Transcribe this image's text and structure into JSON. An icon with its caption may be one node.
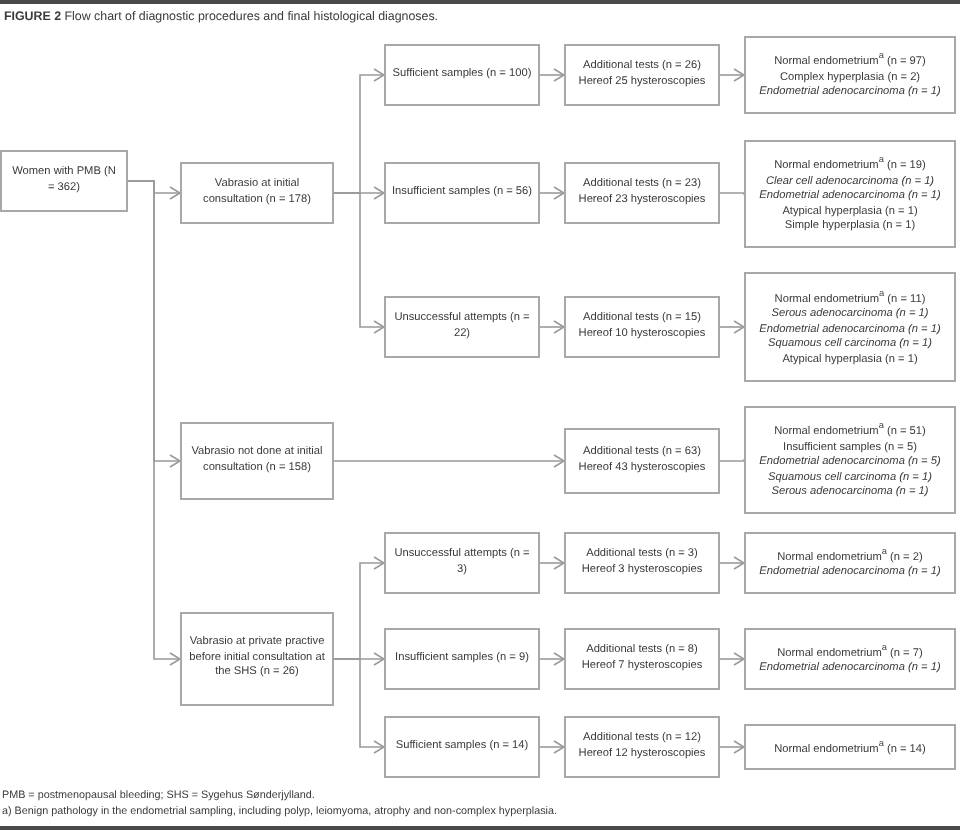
{
  "diagram": {
    "title": "**FIGURE 2** Flow chart of diagnostic procedures and final histological diagnoses.",
    "nodes": [
      {
        "text": [
          "Women with PMB (N = 362)"
        ]
      },
      {
        "text": [
          "Vabrasio at initial consultation (n = 178)"
        ]
      },
      {
        "text": [
          "Sufficient samples (n = 100)"
        ]
      },
      {
        "text": [
          "Additional tests (n = 26)",
          "Hereof 25 hysteroscopies"
        ]
      },
      {
        "text": [
          "Normal endometrium$^{a}$ (n = 97)",
          "Complex hyperplasia (n = 2)",
          "*Endometrial adenocarcinoma (n = 1)*"
        ]
      },
      {
        "text": [
          "Insufficient samples (n = 56)"
        ]
      },
      {
        "text": [
          "Additional tests (n = 23)",
          "Hereof 23 hysteroscopies"
        ]
      },
      {
        "text": [
          "Normal endometrium$^{a}$ (n = 19)",
          "*Clear cell adenocarcinoma (n = 1)*",
          "*Endometrial adenocarcinoma (n = 1)*",
          "Atypical hyperplasia (n = 1)",
          "Simple hyperplasia (n = 1)"
        ]
      },
      {
        "text": [
          "Unsuccessful attempts (n = 22)"
        ]
      },
      {
        "text": [
          "Additional tests (n = 15)",
          "Hereof 10 hysteroscopies"
        ]
      },
      {
        "text": [
          "Normal endometrium$^{a}$ (n = 11)",
          "*Serous adenocarcinoma (n = 1)*",
          "*Endometrial adenocarcinoma (n = 1)*",
          "*Squamous cell carcinoma (n = 1)*",
          "Atypical hyperplasia (n = 1)"
        ]
      },
      {
        "text": [
          "Vabrasio not done at initial consultation (n = 158)"
        ]
      },
      {
        "text": [
          "Additional tests (n = 63)",
          "Hereof 43 hysteroscopies"
        ]
      },
      {
        "text": [
          "Normal endometrium$^{a}$ (n = 51)",
          "Insufficient samples (n = 5)",
          "*Endometrial adenocarcinoma (n = 5)*",
          "*Squamous cell carcinoma (n = 1)*",
          "*Serous adenocarcinoma (n = 1)*"
        ]
      },
      {
        "text": [
          "Vabrasio at private practive before initial consultation at the SHS (n = 26)"
        ]
      },
      {
        "text": [
          "Unsuccessful attempts (n = 3)"
        ]
      },
      {
        "text": [
          "Additional tests (n = 3)",
          "Hereof 3 hysteroscopies"
        ]
      },
      {
        "text": [
          "Normal endometrium$^{a}$ (n = 2)",
          "*Endometrial adenocarcinoma (n = 1)*"
        ]
      },
      {
        "text": [
          "Insufficient samples (n = 9)"
        ]
      },
      {
        "text": [
          "Additional tests (n = 8)",
          "Hereof 7 hysteroscopies"
        ]
      },
      {
        "text": [
          "Normal endometrium$^{a}$ (n = 7)",
          "*Endometrial adenocarcinoma (n = 1)*"
        ]
      },
      {
        "text": [
          "Sufficient samples (n = 14)"
        ]
      },
      {
        "text": [
          "Additional tests (n = 12)",
          "Hereof 12 hysteroscopies"
        ]
      },
      {
        "text": [
          "Normal endometrium$^{a}$ (n = 14)"
        ]
      }
    ],
    "edges": [
      {
        "from": 0,
        "to": 1,
        "arrow": "to"
      },
      {
        "from": 0,
        "to": 11,
        "arrow": "to"
      },
      {
        "from": 0,
        "to": 14,
        "arrow": "to"
      },
      {
        "from": 1,
        "to": 2,
        "arrow": "to"
      },
      {
        "from": 1,
        "to": 5,
        "arrow": "to"
      },
      {
        "from": 1,
        "to": 8,
        "arrow": "to"
      },
      {
        "from": 2,
        "to": 3,
        "arrow": "to"
      },
      {
        "from": 3,
        "to": 4,
        "arrow": "to"
      },
      {
        "from": 5,
        "to": 6,
        "arrow": "to"
      },
      {
        "from": 6,
        "to": 7,
        "arrow": "to"
      },
      {
        "from": 8,
        "to": 9,
        "arrow": "to"
      },
      {
        "from": 9,
        "to": 10,
        "arrow": "to"
      },
      {
        "from": 11,
        "to": 12,
        "arrow": "to"
      },
      {
        "from": 12,
        "to": 13,
        "arrow": "to"
      },
      {
        "from": 14,
        "to": 15,
        "arrow": "to"
      },
      {
        "from": 14,
        "to": 18,
        "arrow": "to"
      },
      {
        "from": 14,
        "to": 21,
        "arrow": "to"
      },
      {
        "from": 15,
        "to": 16,
        "arrow": "to"
      },
      {
        "from": 16,
        "to": 17,
        "arrow": "to"
      },
      {
        "from": 18,
        "to": 19,
        "arrow": "to"
      },
      {
        "from": 19,
        "to": 20,
        "arrow": "to"
      },
      {
        "from": 21,
        "to": 22,
        "arrow": "to"
      },
      {
        "from": 22,
        "to": 23,
        "arrow": "to"
      }
    ],
    "labels": [
      "PMB = postmenopausal bleeding; SHS = Sygehus Sønderjylland.",
      "a) Benign pathology in the endometrial sampling, including polyp, leiomyoma, atrophy and non-complex hyperplasia."
    ]
  }
}
